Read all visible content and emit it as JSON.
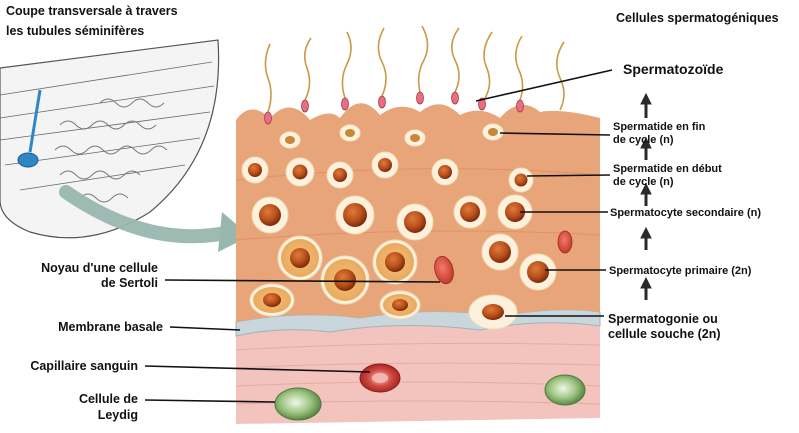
{
  "inset_title": [
    "Coupe transversale à travers",
    "les tubules séminifères"
  ],
  "header_right": "Cellules spermatogéniques",
  "labels_left": {
    "sertoli": [
      "Noyau d'une cellule",
      "de Sertoli"
    ],
    "membrane": "Membrane basale",
    "capillaire": "Capillaire sanguin",
    "leydig": [
      "Cellule de",
      "Leydig"
    ]
  },
  "labels_right": {
    "spermatozoide": "Spermatozoïde",
    "spermatide_fin": [
      "Spermatide en fin",
      "de cycle (n)"
    ],
    "spermatide_debut": [
      "Spermatide en début",
      "de cycle (n)"
    ],
    "spermatocyte_secondaire": "Spermatocyte secondaire (n)",
    "spermatocyte_primaire": "Spermatocyte primaire (2n)",
    "spermatogonie": [
      "Spermatogonie ou",
      "cellule souche (2n)"
    ]
  },
  "colors": {
    "tissue": "#e9a57a",
    "tissue_dark": "#d98658",
    "cell_membrane": "#fbf1dc",
    "nucleus": "#b8501a",
    "nucleus_core": "#7e2a0c",
    "basal_membrane": "#c9d6dc",
    "connective": "#f2c4bd",
    "capillary": "#c02a2a",
    "leydig": "#6f9b5a",
    "arrow": "#2a2a2a",
    "big_arrow": "#98b7ae"
  }
}
